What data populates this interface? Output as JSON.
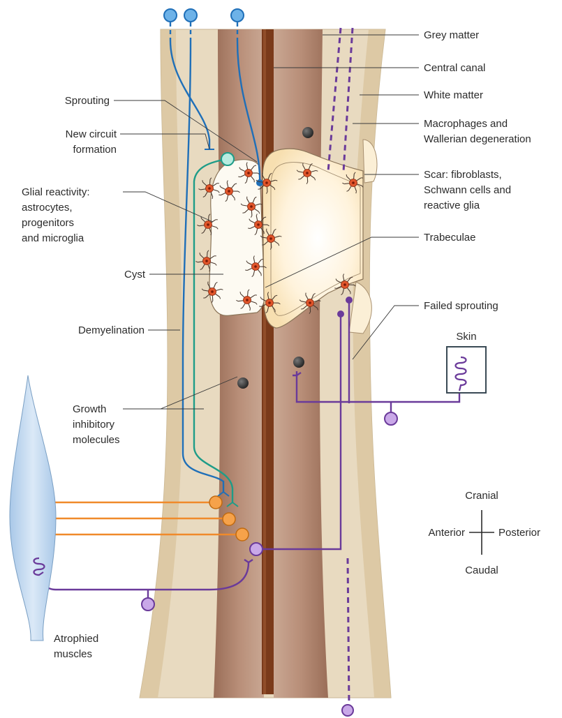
{
  "labels": {
    "grey_matter": "Grey matter",
    "central_canal": "Central canal",
    "white_matter": "White matter",
    "macrophages_1": "Macrophages and",
    "macrophages_2": "Wallerian degeneration",
    "scar_1": "Scar: fibroblasts,",
    "scar_2": "Schwann cells and",
    "scar_3": "reactive glia",
    "trabeculae": "Trabeculae",
    "failed_sprouting": "Failed sprouting",
    "skin": "Skin",
    "sprouting": "Sprouting",
    "new_circuit_1": "New circuit",
    "new_circuit_2": "formation",
    "glial_1": "Glial reactivity:",
    "glial_2": "astrocytes,",
    "glial_3": "progenitors",
    "glial_4": "and microglia",
    "cyst": "Cyst",
    "demyelination": "Demyelination",
    "growth_1": "Growth",
    "growth_2": "inhibitory",
    "growth_3": "molecules",
    "atrophied_1": "Atrophied",
    "atrophied_2": "muscles"
  },
  "compass": {
    "cranial": "Cranial",
    "caudal": "Caudal",
    "anterior": "Anterior",
    "posterior": "Posterior"
  },
  "colors": {
    "white_matter": "#e5d6b8",
    "grey_matter": "#a87a62",
    "central_canal": "#7a3a1a",
    "scar": "#fff6e4",
    "sensory_axon": "#1f6fb8",
    "new_circuit_axon": "#1e9c88",
    "motor_axon": "#f08a2a",
    "dorsal_root": "#6a3a9a",
    "astrocyte_body": "#e0552a",
    "macrophage": "#3a3a3a",
    "muscle": "#bcd6ee"
  }
}
